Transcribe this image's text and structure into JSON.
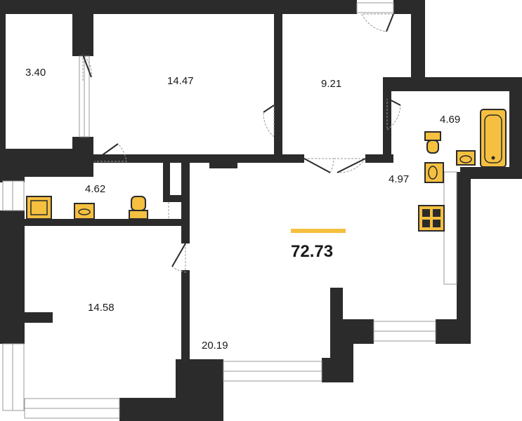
{
  "plan": {
    "total_area": "72.73",
    "rooms": [
      {
        "id": "storage",
        "area": "3.40"
      },
      {
        "id": "bedroom-top",
        "area": "14.47"
      },
      {
        "id": "bedroom-right",
        "area": "9.21"
      },
      {
        "id": "bathroom",
        "area": "4.69"
      },
      {
        "id": "wc",
        "area": "4.62"
      },
      {
        "id": "kitchen",
        "area": "4.97"
      },
      {
        "id": "bedroom-bottom",
        "area": "14.58"
      },
      {
        "id": "living",
        "area": "20.19"
      }
    ],
    "colors": {
      "wall": "#2b2b2b",
      "fixture": "#f5c040",
      "accent_bar": "#f5c040",
      "text": "#1a1a1a"
    },
    "icons": [
      "bathtub-icon",
      "sink-icon",
      "toilet-icon",
      "shower-tray-icon",
      "stove-icon"
    ]
  }
}
